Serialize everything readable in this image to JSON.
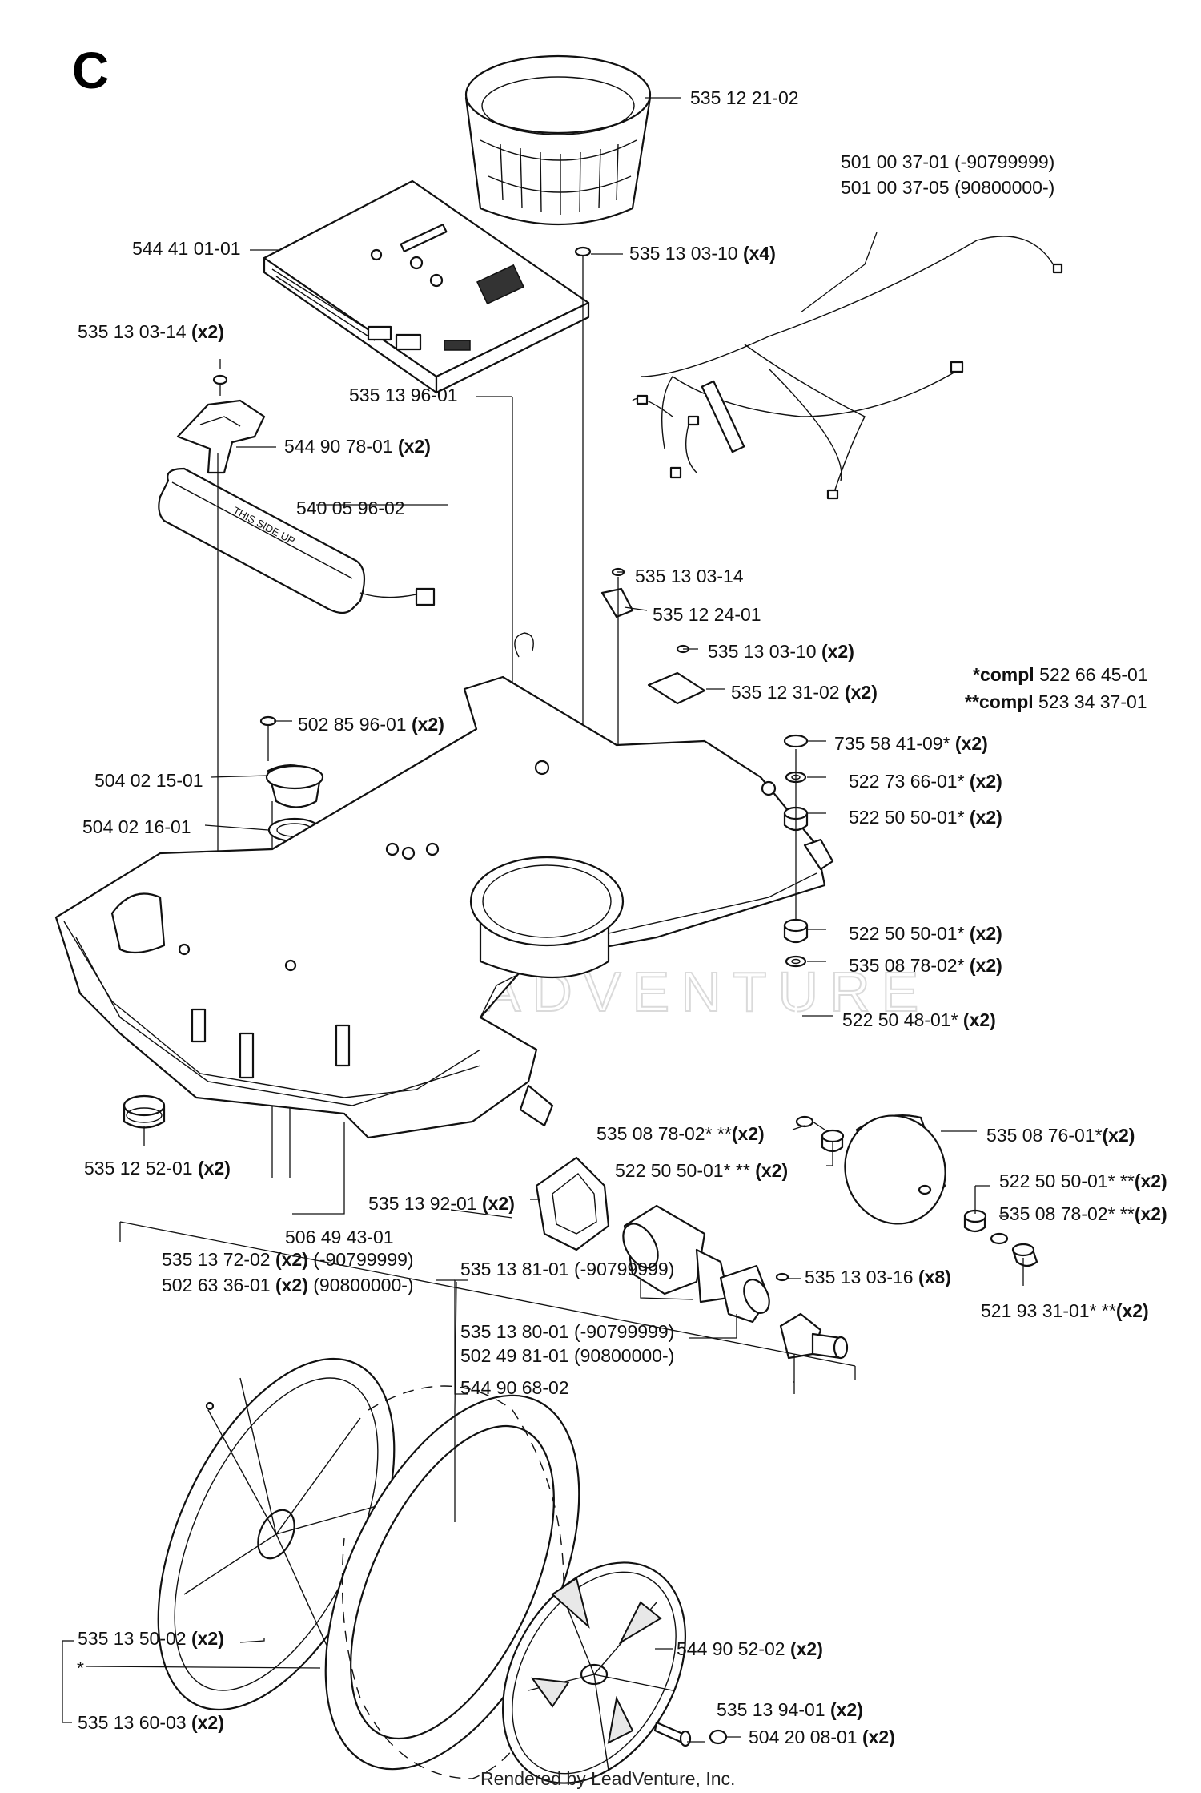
{
  "section": "C",
  "footer": "Rendered by LeadVenture, Inc.",
  "watermark": "LEADVENTURE",
  "labels": [
    {
      "id": "l01",
      "code": "535 12 21-02",
      "qty": "",
      "note": ""
    },
    {
      "id": "l02",
      "code": "501 00 37-01",
      "qty": "",
      "note": "(-90799999)"
    },
    {
      "id": "l03",
      "code": "501 00 37-05",
      "qty": "",
      "note": "(90800000-)"
    },
    {
      "id": "l04",
      "code": "544 41 01-01",
      "qty": "",
      "note": ""
    },
    {
      "id": "l05",
      "code": "535 13 03-10",
      "qty": "(x4)",
      "note": ""
    },
    {
      "id": "l06",
      "code": "535 13 03-14",
      "qty": "(x2)",
      "note": ""
    },
    {
      "id": "l07",
      "code": "535 13 96-01",
      "qty": "",
      "note": ""
    },
    {
      "id": "l08",
      "code": "544 90 78-01",
      "qty": "(x2)",
      "note": ""
    },
    {
      "id": "l09",
      "code": "540 05 96-02",
      "qty": "",
      "note": ""
    },
    {
      "id": "l10",
      "code": "535 13 03-14",
      "qty": "",
      "note": ""
    },
    {
      "id": "l11",
      "code": "535 12 24-01",
      "qty": "",
      "note": ""
    },
    {
      "id": "l12",
      "code": "535 13 03-10",
      "qty": "(x2)",
      "note": ""
    },
    {
      "id": "l13",
      "code": "535 12 31-02",
      "qty": "(x2)",
      "note": ""
    },
    {
      "id": "l14",
      "code": "502 85 96-01",
      "qty": "(x2)",
      "note": ""
    },
    {
      "id": "l15",
      "code": "735 58 41-09*",
      "qty": "(x2)",
      "note": ""
    },
    {
      "id": "l16",
      "code": "504 02 15-01",
      "qty": "",
      "note": ""
    },
    {
      "id": "l17",
      "code": "522 73 66-01*",
      "qty": "(x2)",
      "note": ""
    },
    {
      "id": "l18",
      "code": "504 02 16-01",
      "qty": "",
      "note": ""
    },
    {
      "id": "l19",
      "code": "522 50 50-01*",
      "qty": "(x2)",
      "note": ""
    },
    {
      "id": "l20",
      "code": "522 50 50-01*",
      "qty": "(x2)",
      "note": ""
    },
    {
      "id": "l21",
      "code": "535 08 78-02*",
      "qty": "(x2)",
      "note": ""
    },
    {
      "id": "l22",
      "code": "522 50 48-01*",
      "qty": "(x2)",
      "note": ""
    },
    {
      "id": "l23",
      "code": "535 08 78-02* **",
      "qty": "(x2)",
      "note": ""
    },
    {
      "id": "l24",
      "code": "535 08 76-01*",
      "qty": "(x2)",
      "note": ""
    },
    {
      "id": "l25",
      "code": "522 50 50-01* **",
      "qty": "(x2)",
      "note": ""
    },
    {
      "id": "l26",
      "code": "522 50 50-01* **",
      "qty": "(x2)",
      "note": ""
    },
    {
      "id": "l27",
      "code": "535 12 52-01",
      "qty": "(x2)",
      "note": ""
    },
    {
      "id": "l28",
      "code": "535 13 92-01",
      "qty": "(x2)",
      "note": ""
    },
    {
      "id": "l29",
      "code": "535 08 78-02* **",
      "qty": "(x2)",
      "note": ""
    },
    {
      "id": "l30",
      "code": "506 49 43-01",
      "qty": "",
      "note": ""
    },
    {
      "id": "l31",
      "code": "535 13 72-02",
      "qty": "(x2)",
      "note": "(-90799999)"
    },
    {
      "id": "l32",
      "code": "502 63 36-01",
      "qty": "(x2)",
      "note": "(90800000-)"
    },
    {
      "id": "l33",
      "code": "535 13 81-01",
      "qty": "",
      "note": "(-90799999)"
    },
    {
      "id": "l34",
      "code": "535 13 03-16",
      "qty": "(x8)",
      "note": ""
    },
    {
      "id": "l35",
      "code": "521 93 31-01* **",
      "qty": "(x2)",
      "note": ""
    },
    {
      "id": "l36",
      "code": "535 13 80-01",
      "qty": "",
      "note": "(-90799999)"
    },
    {
      "id": "l37",
      "code": "502 49 81-01",
      "qty": "",
      "note": "(90800000-)"
    },
    {
      "id": "l38",
      "code": "544 90 68-02",
      "qty": "",
      "note": ""
    },
    {
      "id": "l39",
      "code": "535 13 50-02",
      "qty": "(x2)",
      "note": ""
    },
    {
      "id": "l40",
      "code": "544 90 52-02",
      "qty": "(x2)",
      "note": ""
    },
    {
      "id": "l41",
      "code": "*",
      "qty": "",
      "note": ""
    },
    {
      "id": "l42",
      "code": "535 13 94-01",
      "qty": "(x2)",
      "note": ""
    },
    {
      "id": "l43",
      "code": "535 13 60-03",
      "qty": "(x2)",
      "note": ""
    },
    {
      "id": "l44",
      "code": "504 20 08-01",
      "qty": "(x2)",
      "note": ""
    }
  ],
  "kit_notes": [
    {
      "prefix": "*",
      "word": "compl",
      "code": "522 66 45-01"
    },
    {
      "prefix": "**",
      "word": "compl",
      "code": "523 34 37-01"
    }
  ]
}
